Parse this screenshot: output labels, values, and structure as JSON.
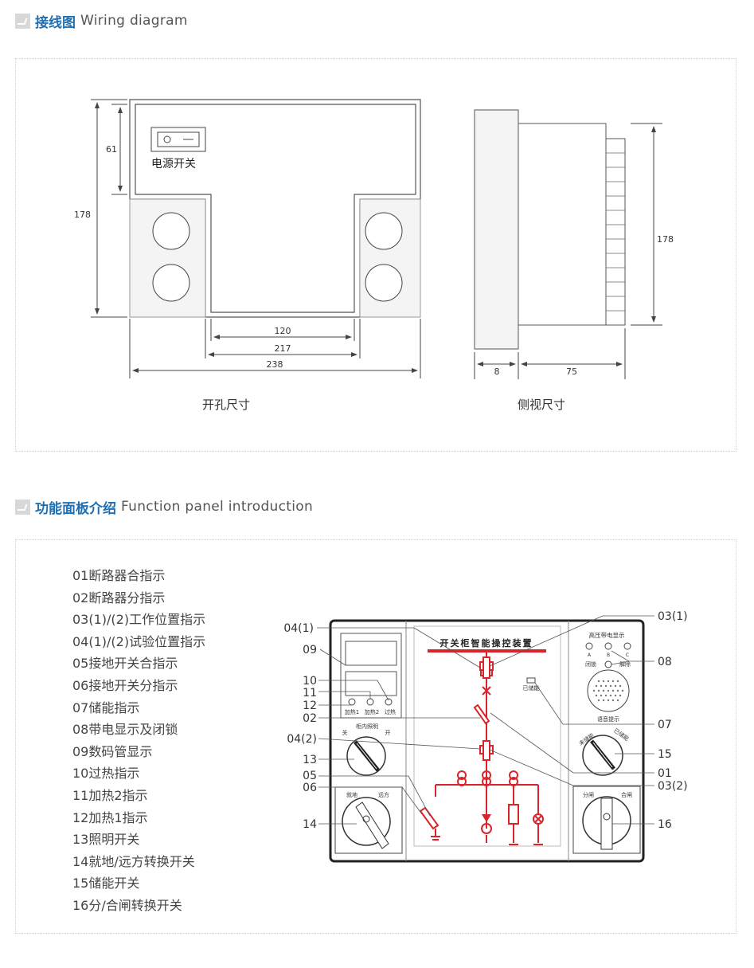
{
  "section1": {
    "title_cn": "接线图",
    "title_en": "Wiring diagram"
  },
  "section2": {
    "title_cn": "功能面板介绍",
    "title_en": "Function panel introduction"
  },
  "cutout": {
    "caption": "开孔尺寸",
    "switch_label": "电源开关",
    "dims": [
      "61",
      "178",
      "120",
      "217",
      "238"
    ]
  },
  "side": {
    "caption": "侧视尺寸",
    "dims": [
      "178",
      "8",
      "75"
    ]
  },
  "legend": [
    "01断路器合指示",
    "02断路器分指示",
    "03(1)/(2)工作位置指示",
    "04(1)/(2)试验位置指示",
    "05接地开关合指示",
    "06接地开关分指示",
    "07储能指示",
    "08带电显示及闭锁",
    "09数码管显示",
    "10过热指示",
    "11加热2指示",
    "12加热1指示",
    "13照明开关",
    "14就地/远方转换开关",
    "15储能开关",
    "16分/合闸转换开关"
  ],
  "panel": {
    "title": "开关柜智能操控装置",
    "hv_title": "高压带电显示",
    "phases": [
      "A",
      "B",
      "C"
    ],
    "lock": "闭锁",
    "unlock": "解除",
    "stored": "已储能",
    "voice": "语音提示",
    "not_stored": "未储能",
    "stored2": "已储能",
    "heat1": "加热1",
    "heat2": "加热2",
    "overheat": "过热",
    "light_title": "柜内照明",
    "off": "关",
    "on": "开",
    "local": "就地",
    "remote": "远方",
    "open": "分闸",
    "close": "合闸"
  },
  "callouts_left": [
    "04(1)",
    "09",
    "10",
    "11",
    "12",
    "02",
    "04(2)",
    "13",
    "05",
    "06",
    "14"
  ],
  "callouts_right": [
    "03(1)",
    "08",
    "07",
    "15",
    "01",
    "03(2)",
    "16"
  ]
}
